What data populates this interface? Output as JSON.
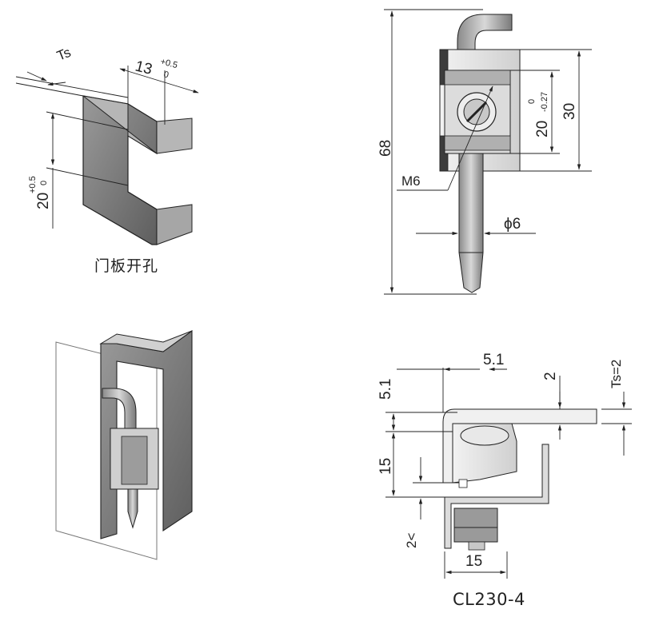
{
  "captions": {
    "cutout": "门板开孔",
    "model": "CL230-4"
  },
  "cutout_view": {
    "ts": "Ts",
    "width": "13",
    "width_tol_upper": "+0.5",
    "width_tol_lower": "0",
    "height": "20",
    "height_tol_upper": "+0.5",
    "height_tol_lower": "0"
  },
  "front_view": {
    "overall": "68",
    "height": "30",
    "slot": "20",
    "slot_tol_upper": "0",
    "slot_tol_lower": "-0.27",
    "thread": "M6",
    "pin_diameter": "ϕ6"
  },
  "side_view": {
    "top_offset": "5.1",
    "horizontal_offset": "5.1",
    "top_thickness": "2",
    "ts_value": "Ts=2",
    "height": "15",
    "gap": "2<",
    "bottom_width": "15"
  },
  "colors": {
    "line": "#222222",
    "metal_light": "#e4e4e4",
    "metal_mid": "#b8b8b8",
    "metal_dark": "#6e6e6e"
  }
}
